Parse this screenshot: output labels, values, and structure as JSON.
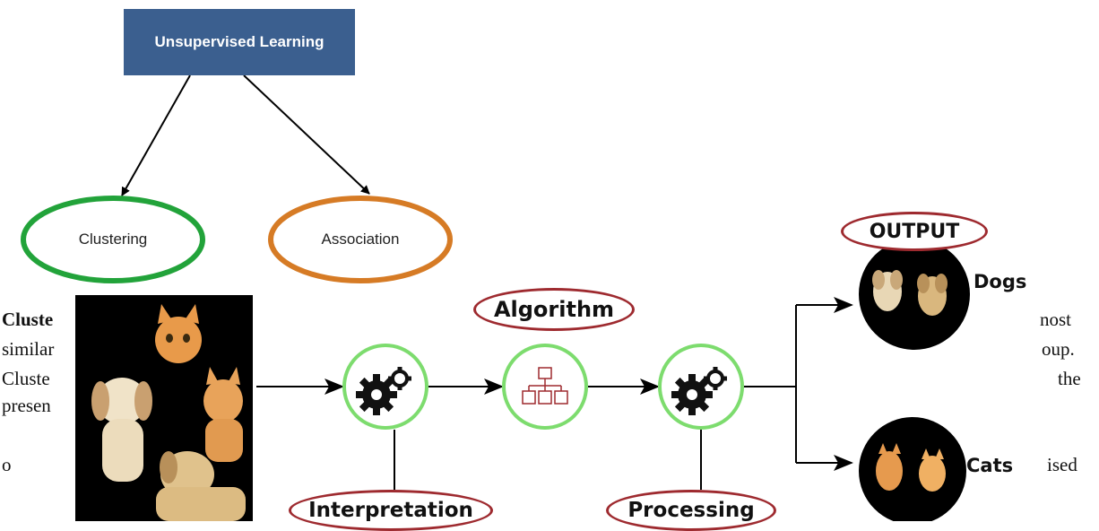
{
  "hierarchy": {
    "root": "Unsupervised Learning",
    "children": [
      "Clustering",
      "Association"
    ]
  },
  "document": {
    "line1_start": "Cluste",
    "line1_end": "nost",
    "line2_start": "similar",
    "line2_end": "oup.",
    "line3_start": "Cluste",
    "line3_end": "the",
    "line4_start": "presen",
    "bullet": "o",
    "line5_end": "ised"
  },
  "pipeline": {
    "algorithm": "Algorithm",
    "interpretation": "Interpretation",
    "processing": "Processing",
    "output": "OUTPUT",
    "classes": [
      "Dogs",
      "Cats"
    ]
  },
  "icons": [
    "gears-icon",
    "hierarchy-icon",
    "gears-icon"
  ],
  "colors": {
    "root_box": "#3b5f8f",
    "clustering_ring": "#22a33a",
    "association_ring": "#d67b25",
    "pill_border": "#9e2a2f",
    "node_ring": "#7ddc6e"
  }
}
